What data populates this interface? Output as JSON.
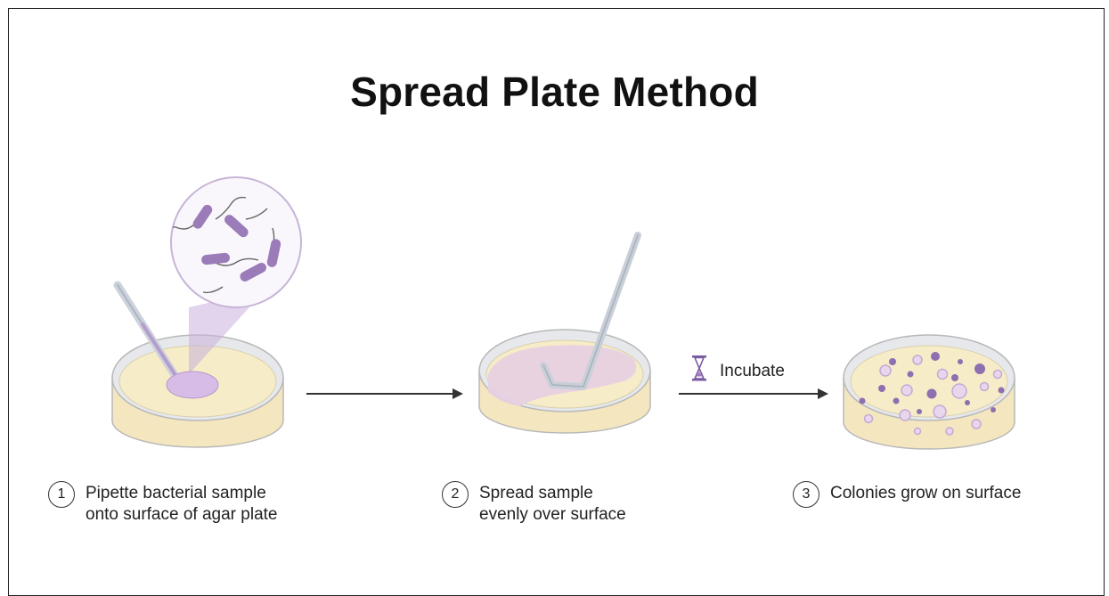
{
  "title": "Spread Plate Method",
  "incubate_label": "Incubate",
  "steps": [
    {
      "number": "1",
      "lines": [
        "Pipette bacterial sample",
        "onto surface of agar plate"
      ]
    },
    {
      "number": "2",
      "lines": [
        "Spread sample",
        "evenly over surface"
      ]
    },
    {
      "number": "3",
      "lines": [
        "Colonies grow on surface"
      ]
    }
  ],
  "colors": {
    "agar": "#f7ecc8",
    "dish_rim": "#e4e6ea",
    "bacteria": "#9b7bb8",
    "sample": "#d8bde8",
    "arrow": "#333333"
  }
}
